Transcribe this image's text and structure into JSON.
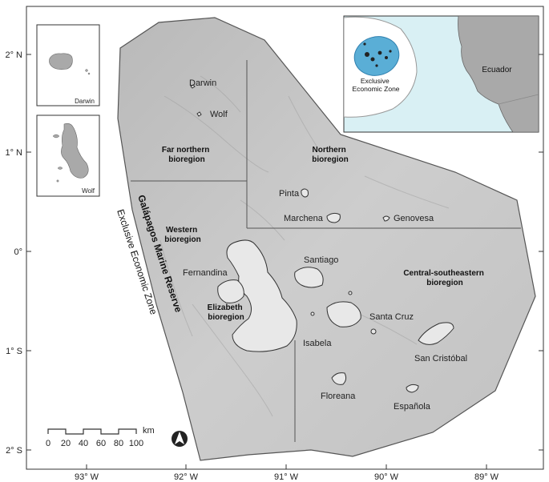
{
  "title_vertical": "Galápagos Marine Reserve",
  "eez_vertical": "Exclusive Economic Zone",
  "axes": {
    "longitude_ticks": [
      "93° W",
      "92° W",
      "91° W",
      "90° W",
      "89° W"
    ],
    "latitude_ticks": [
      "2° N",
      "1° N",
      "0°",
      "1° S",
      "2° S"
    ]
  },
  "bioregions": [
    {
      "lines": [
        "Far northern",
        "bioregion"
      ]
    },
    {
      "lines": [
        "Northern",
        "bioregion"
      ]
    },
    {
      "lines": [
        "Western",
        "bioregion"
      ]
    },
    {
      "lines": [
        "Elizabeth",
        "bioregion"
      ]
    },
    {
      "lines": [
        "Central-southeastern",
        "bioregion"
      ]
    }
  ],
  "islands": [
    "Darwin",
    "Wolf",
    "Pinta",
    "Marchena",
    "Genovesa",
    "Santiago",
    "Fernandina",
    "Isabela",
    "Santa Cruz",
    "San Cristóbal",
    "Floreana",
    "Española"
  ],
  "insets": {
    "darwin_caption": "Darwin",
    "wolf_caption": "Wolf",
    "overview": {
      "country": "Ecuador",
      "eez_lines": [
        "Exclusive",
        "Economic Zone"
      ]
    }
  },
  "scale_bar": {
    "labels": [
      "0",
      "20",
      "40",
      "60",
      "80",
      "100"
    ],
    "unit": "km"
  },
  "north_arrow_icon": "north-arrow-icon",
  "colors": {
    "reserve_fill": "#c6c6c6",
    "land": "#a9a9a9",
    "eez_blue": "#5aaed6",
    "sea_light": "#d9f0f4",
    "frame": "#333333"
  }
}
